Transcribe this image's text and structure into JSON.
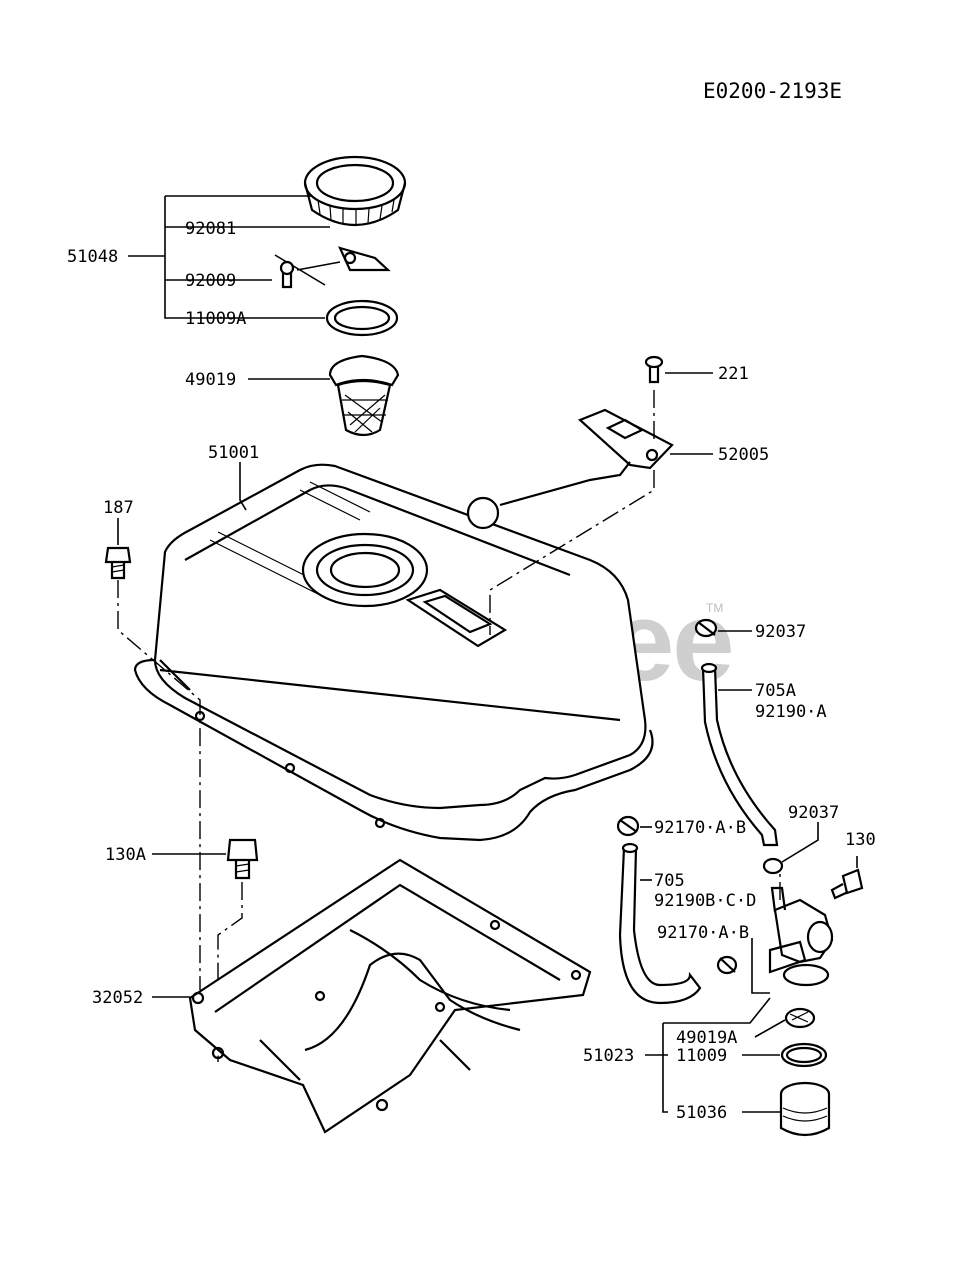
{
  "diagram_code": "E0200-2193E",
  "watermark": "PartsTree",
  "watermark_tm": "TM",
  "labels": {
    "p51048": "51048",
    "p92081": "92081",
    "p92009": "92009",
    "p11009A": "11009A",
    "p49019": "49019",
    "p51001": "51001",
    "p187": "187",
    "p221": "221",
    "p52005": "52005",
    "p92037a": "92037",
    "p705A": "705A",
    "p92190A": "92190·A",
    "p92170AB_1": "92170·A·B",
    "p92037b": "92037",
    "p130": "130",
    "p130A": "130A",
    "p705": "705",
    "p92190BCD": "92190B·C·D",
    "p92170AB_2": "92170·A·B",
    "p32052": "32052",
    "p49019A": "49019A",
    "p51023": "51023",
    "p11009": "11009",
    "p51036": "51036"
  }
}
